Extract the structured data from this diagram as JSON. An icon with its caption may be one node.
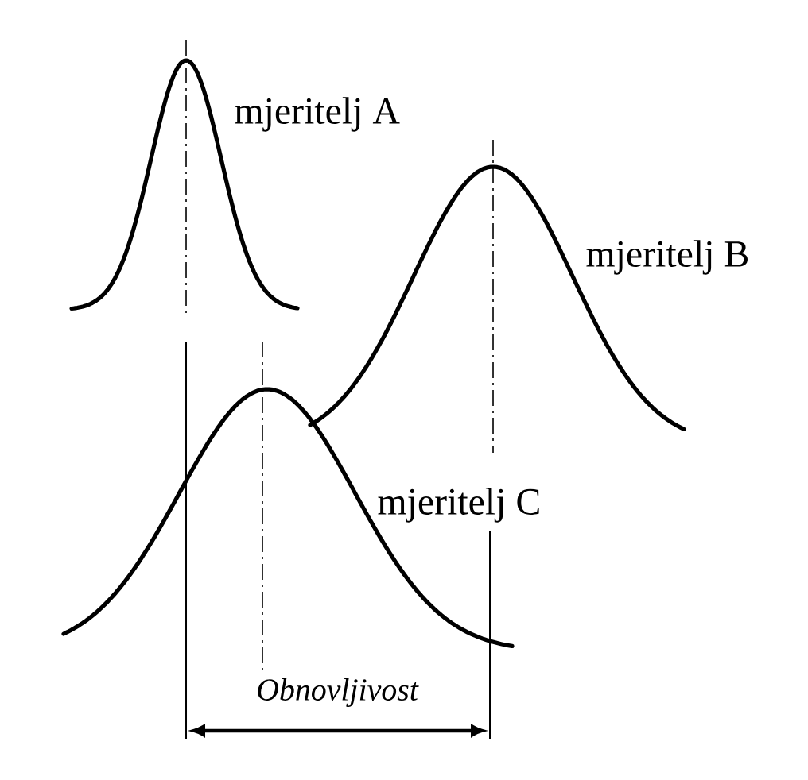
{
  "diagram": {
    "labels": [
      "mjeritelj A",
      "mjeritelj B",
      "mjeritelj C",
      "Obnovljivost"
    ]
  }
}
